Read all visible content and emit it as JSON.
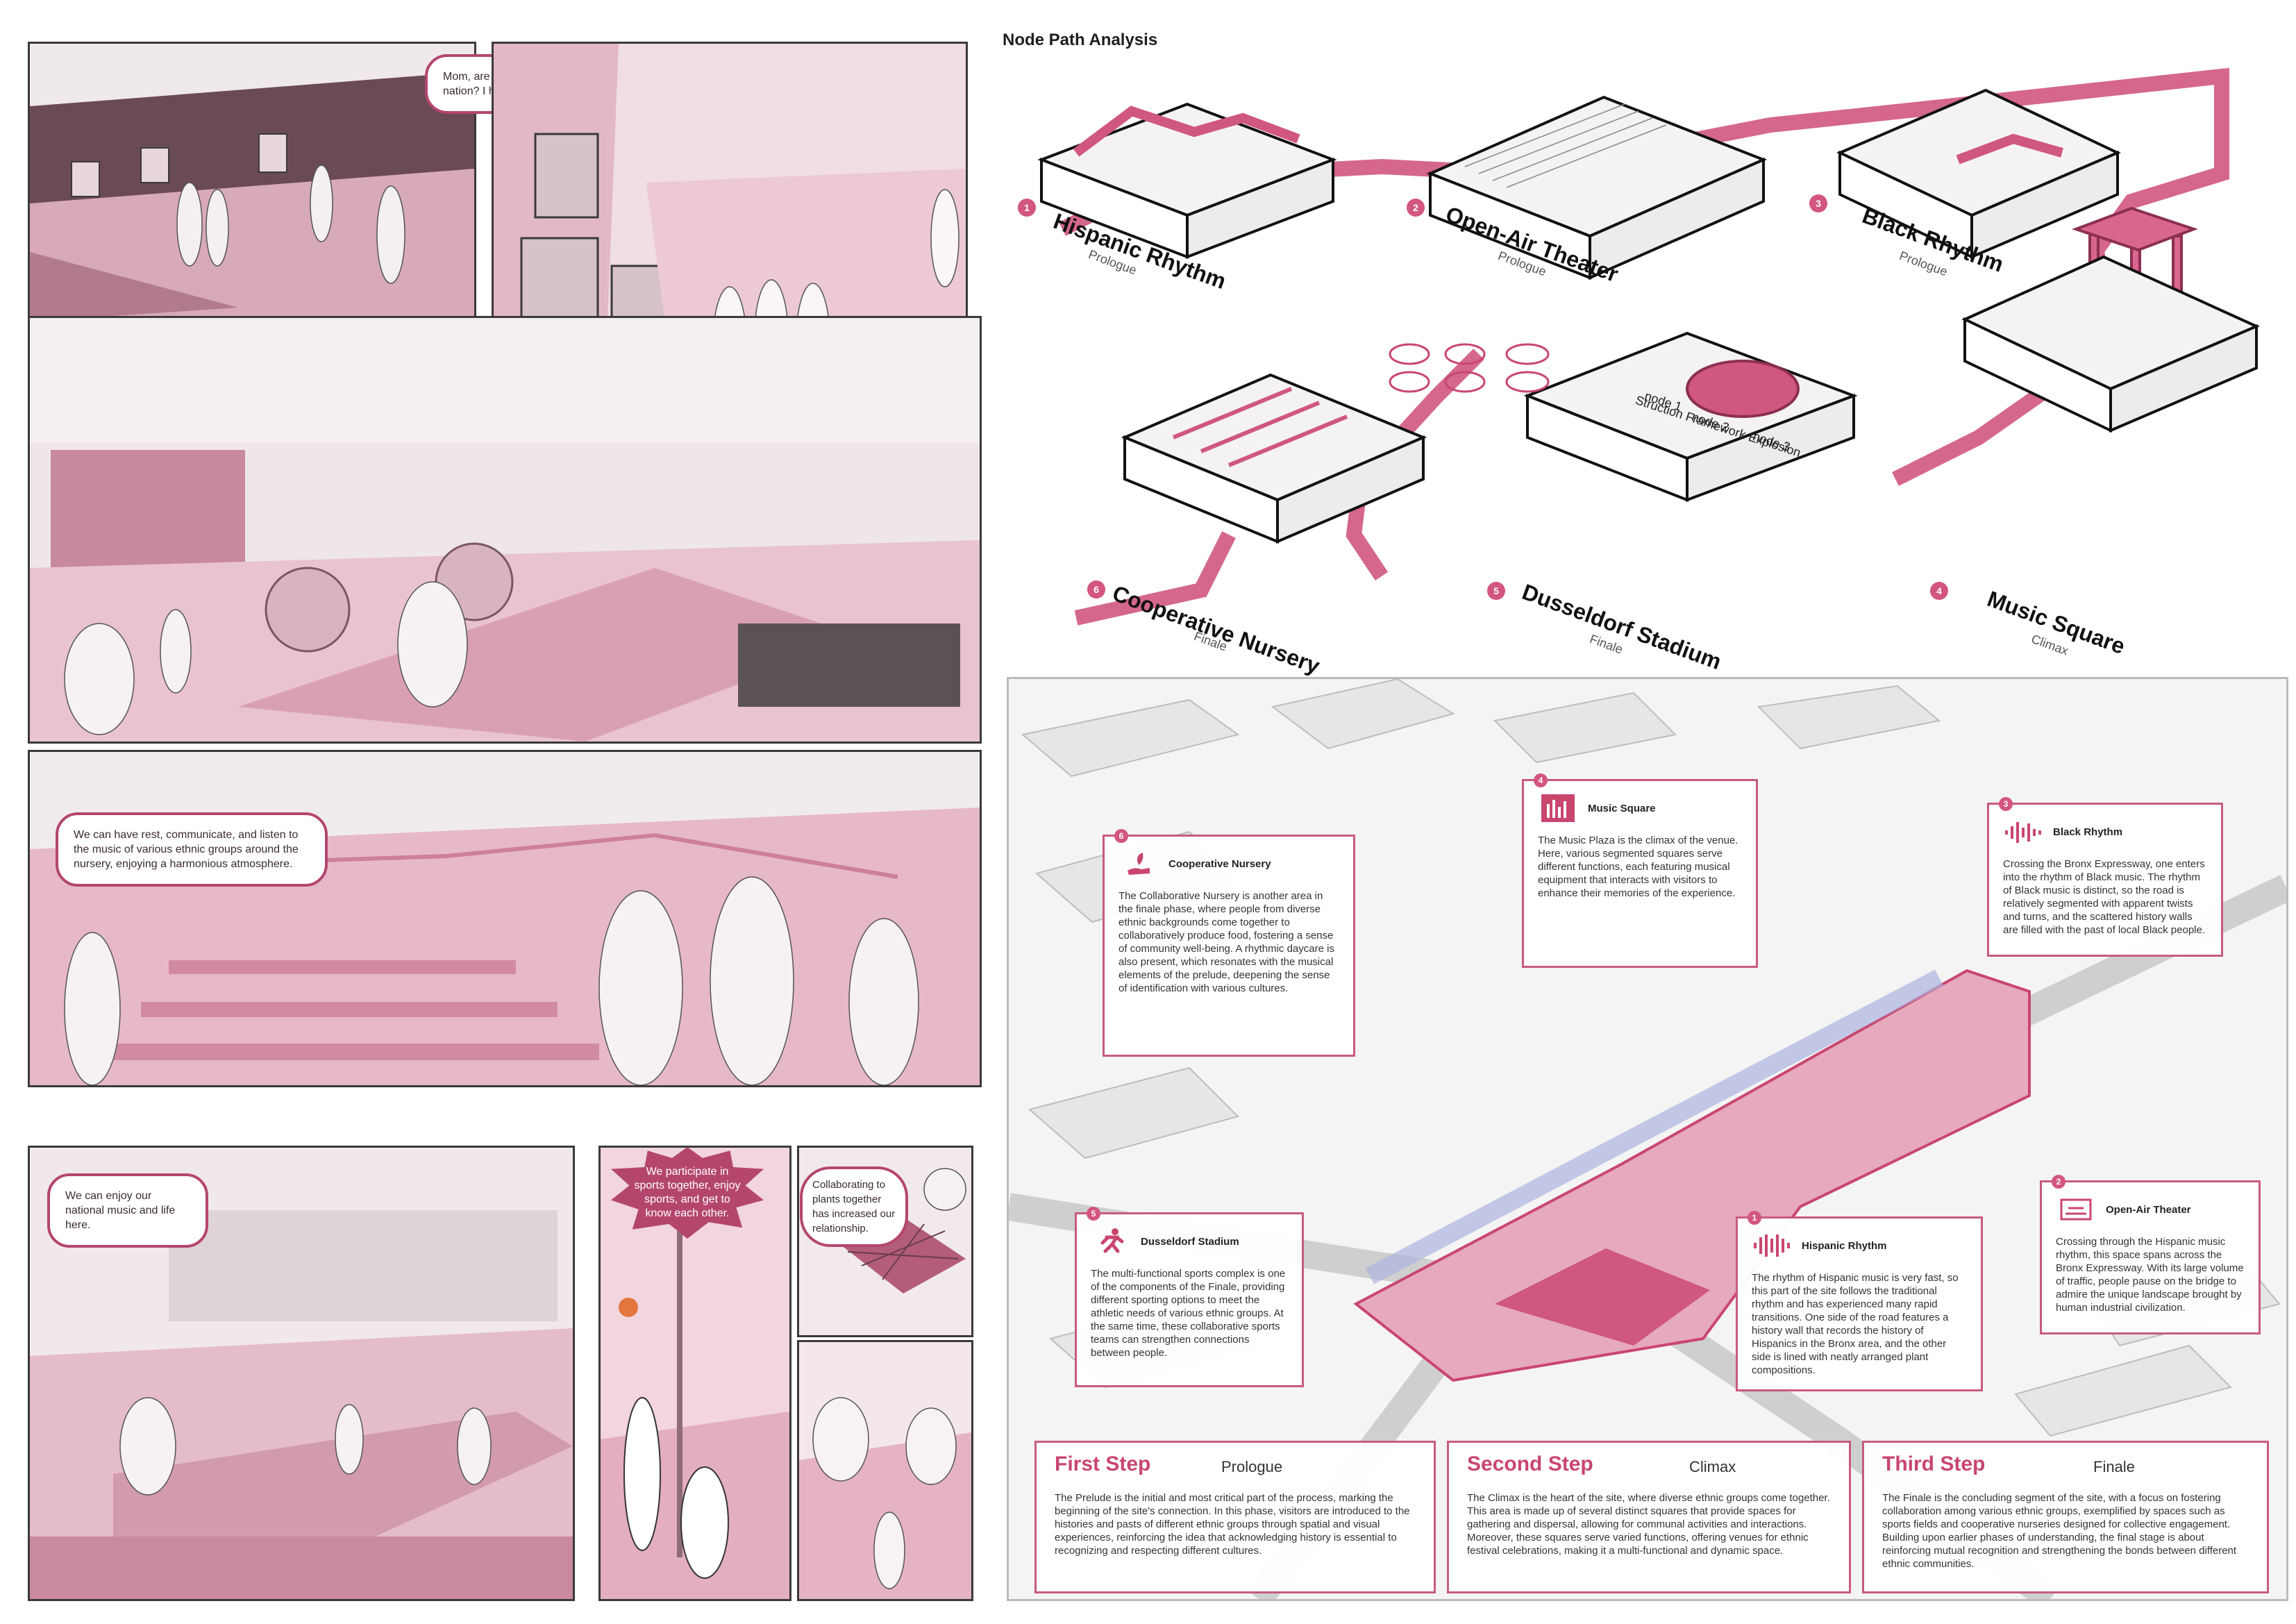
{
  "comic": {
    "bubble1": "Mom, are these photos the history of our nation? I have never seen these before.",
    "bubble2": "We can have rest, communicate, and listen to the music of various ethnic groups around the nursery, enjoying a harmonious atmosphere.",
    "bubble3": "We can enjoy our national music and life here.",
    "burst": "We participate in sports together, enjoy sports, and get to know each other.",
    "bubble4": "Collaborating to plants together has increased our relationship."
  },
  "node_path": {
    "title": "Node Path Analysis",
    "blocks": [
      {
        "num": "1",
        "name": "Hispanic Rhythm",
        "phase": "Prologue"
      },
      {
        "num": "2",
        "name": "Open-Air Theater",
        "phase": "Prologue"
      },
      {
        "num": "3",
        "name": "Black Rhythm",
        "phase": "Prologue"
      },
      {
        "num": "4",
        "name": "Music Square",
        "phase": "Climax"
      },
      {
        "num": "5",
        "name": "Dusseldorf Stadium",
        "phase": "Finale"
      },
      {
        "num": "6",
        "name": "Cooperative Nursery",
        "phase": "Finale"
      }
    ],
    "nodes": {
      "node1": "node 1",
      "node2": "node 2",
      "node3": "node 3",
      "caption": "Struction Framework Explosion"
    }
  },
  "map_cards": {
    "cooperative": {
      "num": "6",
      "name": "Cooperative Nursery",
      "text": "The Collaborative Nursery is another area in the finale phase, where people from diverse ethnic backgrounds come together to collaboratively produce food, fostering a sense of community well-being. A rhythmic daycare is also present, which resonates with the musical elements of the prelude, deepening the sense of identification with various cultures."
    },
    "music": {
      "num": "4",
      "name": "Music Square",
      "text": "The Music Plaza is the climax of the venue. Here, various segmented squares serve different functions, each featuring musical equipment that interacts with visitors to enhance their memories of the experience."
    },
    "black": {
      "num": "3",
      "name": "Black Rhythm",
      "text": "Crossing the Bronx Expressway, one enters into the rhythm of Black music. The rhythm of Black music is distinct, so the road is relatively segmented with apparent twists and turns, and the scattered history walls are filled with the past of local Black people."
    },
    "openair": {
      "num": "2",
      "name": "Open-Air Theater",
      "text": "Crossing through the Hispanic music rhythm, this space spans across the Bronx Expressway. With its large volume of traffic, people pause on the bridge to admire the unique landscape brought by human industrial civilization."
    },
    "hispanic": {
      "num": "1",
      "name": "Hispanic Rhythm",
      "text": "The rhythm of Hispanic music is very fast, so this part of the site follows the traditional rhythm and has experienced many rapid transitions. One side of the road features a history wall that records the history of Hispanics in the Bronx area, and the other side is lined with neatly arranged plant compositions."
    },
    "dusseldorf": {
      "num": "5",
      "name": "Dusseldorf Stadium",
      "text": "The multi-functional sports complex is one of the components of the Finale, providing different sporting options to meet the athletic needs of various ethnic groups. At the same time, these collaborative sports teams can strengthen connections between people."
    }
  },
  "steps": [
    {
      "name": "First Step",
      "phase": "Prologue",
      "text": "The Prelude is the initial and most critical part of the process, marking the beginning of the site's connection. In this phase, visitors are introduced to the histories and pasts of different ethnic groups through spatial and visual experiences, reinforcing the idea that acknowledging history is essential to recognizing and respecting different cultures."
    },
    {
      "name": "Second Step",
      "phase": "Climax",
      "text": "The Climax is the heart of the site, where diverse ethnic groups come together. This area is made up of several distinct squares that provide spaces for gathering and dispersal, allowing for communal activities and interactions. Moreover, these squares serve varied functions, offering venues for ethnic festival celebrations, making it a multi-functional and dynamic space."
    },
    {
      "name": "Third Step",
      "phase": "Finale",
      "text": "The Finale is the concluding segment of the site, with a focus on fostering collaboration among various ethnic groups, exemplified by spaces such as sports fields and cooperative nurseries designed for collective engagement. Building upon earlier phases of understanding, the final stage is about reinforcing mutual recognition and strengthening the bonds between different ethnic communities."
    }
  ],
  "colors": {
    "accent": "#c9466f",
    "pink_light": "#e7b3c4",
    "line": "#3a3a3a"
  }
}
